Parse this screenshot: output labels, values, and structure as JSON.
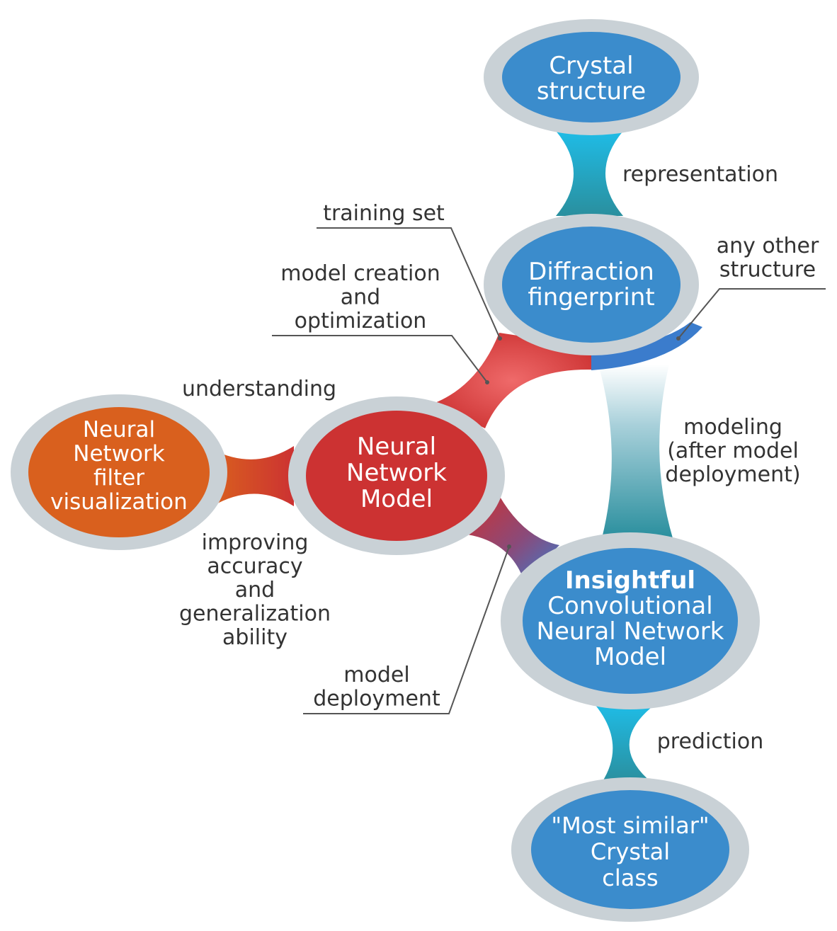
{
  "nodes": {
    "crystal_structure": {
      "lines": [
        "Crystal",
        "structure"
      ],
      "fill": "#3b8ccc",
      "ring": "#c9d1d6"
    },
    "diffraction_fingerprint": {
      "lines": [
        "Diffraction",
        "fingerprint"
      ],
      "fill": "#3b8ccc",
      "ring": "#c9d1d6"
    },
    "neural_network_model": {
      "lines": [
        "Neural",
        "Network",
        "Model"
      ],
      "fill": "#cc3232",
      "ring": "#c9d1d6"
    },
    "filter_visualization": {
      "lines": [
        "Neural",
        "Network",
        "filter",
        "visualization"
      ],
      "fill": "#d9601e",
      "ring": "#c9d1d6"
    },
    "insightful_cnn": {
      "bold_line": "Insightful",
      "lines": [
        "Convolutional",
        "Neural Network",
        "Model"
      ],
      "fill": "#3b8ccc",
      "ring": "#c9d1d6"
    },
    "crystal_class": {
      "lines": [
        "\"Most similar\"",
        "Crystal",
        "class"
      ],
      "fill": "#3b8ccc",
      "ring": "#c9d1d6"
    }
  },
  "edge_labels": {
    "representation": [
      "representation"
    ],
    "training_set": [
      "training set"
    ],
    "any_other_structure": [
      "any other",
      "structure"
    ],
    "model_creation": [
      "model creation",
      "and",
      "optimization"
    ],
    "understanding": [
      "understanding"
    ],
    "modeling": [
      "modeling",
      "(after model",
      "deployment)"
    ],
    "improving": [
      "improving",
      "accuracy",
      "and",
      "generalization",
      "ability"
    ],
    "model_deployment": [
      "model",
      "deployment"
    ],
    "prediction": [
      "prediction"
    ]
  },
  "colors": {
    "connector_teal": "#2a93a6",
    "connector_cyan": "#1fbce6",
    "connector_red": "#cc3232",
    "connector_orange": "#d9601e",
    "connector_blue": "#3b7ccc",
    "label_text": "#333333"
  }
}
